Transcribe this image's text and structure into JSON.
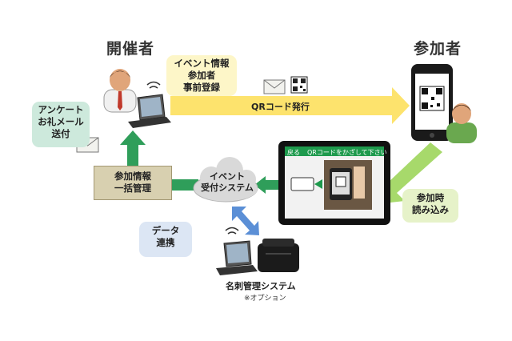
{
  "organizer": {
    "title": "開催者"
  },
  "participant": {
    "title": "参加者"
  },
  "registration": {
    "lines": [
      "イベント情報",
      "参加者",
      "事前登録"
    ]
  },
  "qr_issue": {
    "label": "QRコード発行"
  },
  "survey": {
    "lines": [
      "アンケート",
      "お礼メール",
      "送付"
    ]
  },
  "management": {
    "lines": [
      "参加情報",
      "一括管理"
    ]
  },
  "cloud": {
    "lines": [
      "イベント",
      "受付システム"
    ]
  },
  "tablet": {
    "back_label": "戻る",
    "prompt": "QRコードをかざして下さい"
  },
  "checkin": {
    "lines": [
      "参加時",
      "読み込み"
    ]
  },
  "data_link": {
    "lines": [
      "データ",
      "連携"
    ]
  },
  "card_system": {
    "title": "名刺管理システム",
    "note": "※オプション"
  },
  "colors": {
    "arrow_yellow": "#fde36d",
    "arrow_green": "#2f9e5a",
    "arrow_lightgreen": "#a7d96b",
    "arrow_blue": "#5b8fd6"
  }
}
